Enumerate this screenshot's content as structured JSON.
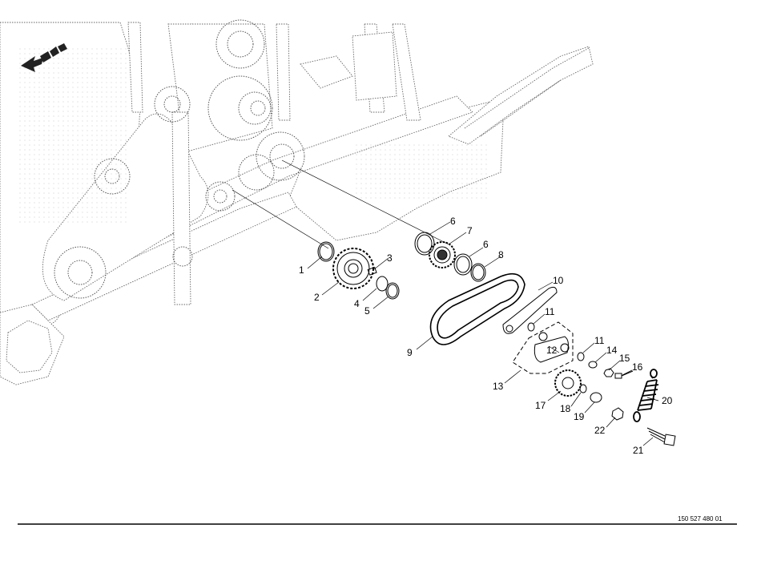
{
  "drawing_ref": "150 527 480 01",
  "callouts": [
    {
      "id": "c1",
      "label": "1"
    },
    {
      "id": "c2",
      "label": "2"
    },
    {
      "id": "c3",
      "label": "3"
    },
    {
      "id": "c4",
      "label": "4"
    },
    {
      "id": "c5",
      "label": "5"
    },
    {
      "id": "c6a",
      "label": "6"
    },
    {
      "id": "c6b",
      "label": "6"
    },
    {
      "id": "c7",
      "label": "7"
    },
    {
      "id": "c8",
      "label": "8"
    },
    {
      "id": "c9",
      "label": "9"
    },
    {
      "id": "c10",
      "label": "10"
    },
    {
      "id": "c11a",
      "label": "11"
    },
    {
      "id": "c11b",
      "label": "11"
    },
    {
      "id": "c12",
      "label": "12"
    },
    {
      "id": "c13",
      "label": "13"
    },
    {
      "id": "c14",
      "label": "14"
    },
    {
      "id": "c15",
      "label": "15"
    },
    {
      "id": "c16",
      "label": "16"
    },
    {
      "id": "c17",
      "label": "17"
    },
    {
      "id": "c18",
      "label": "18"
    },
    {
      "id": "c19",
      "label": "19"
    },
    {
      "id": "c20",
      "label": "20"
    },
    {
      "id": "c21",
      "label": "21"
    },
    {
      "id": "c22",
      "label": "22"
    }
  ]
}
